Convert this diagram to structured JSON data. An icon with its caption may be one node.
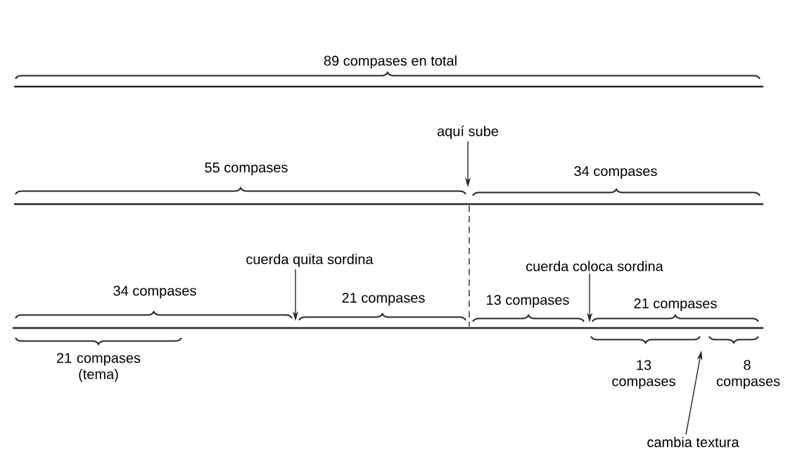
{
  "diagram": {
    "nodes": [
      {
        "text": [
          "aquí sube"
        ]
      },
      {
        "text": [
          "cuerda quita sordina"
        ]
      },
      {
        "text": [
          "cuerda coloca sordina"
        ]
      },
      {
        "text": [
          "cambia textura"
        ]
      }
    ],
    "edges": [
      {
        "from": 0,
        "to": null,
        "arrow": "to"
      },
      {
        "from": 1,
        "to": null,
        "arrow": "to"
      },
      {
        "from": 2,
        "to": null,
        "arrow": "to"
      },
      {
        "from": 3,
        "to": null,
        "arrow": "to"
      }
    ],
    "labels": [
      "89 compases en total",
      "55 compases",
      "34 compases",
      "34 compases",
      "21 compases",
      "13 compases",
      "21 compases",
      "21 compases (tema)",
      "13 compases",
      "8 compases"
    ]
  }
}
